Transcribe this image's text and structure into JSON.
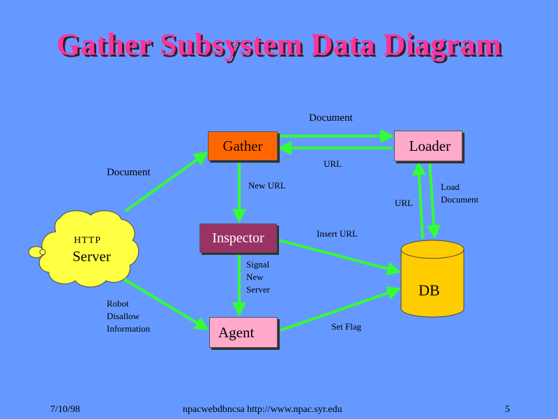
{
  "title": "Gather Subsystem Data Diagram",
  "nodes": {
    "gather": "Gather",
    "loader": "Loader",
    "inspector": "Inspector",
    "agent": "Agent",
    "server_protocol": "HTTP",
    "server": "Server",
    "db": "DB"
  },
  "edges": {
    "gather_to_loader": "Document",
    "loader_to_gather": "URL",
    "server_to_gather": "Document",
    "gather_to_inspector": "New URL",
    "db_to_loader": "URL",
    "loader_to_db": "Load\nDocument",
    "inspector_to_db": "Insert URL",
    "inspector_to_agent": "Signal\nNew\nServer",
    "server_to_agent": "Robot\nDisallow\nInformation",
    "agent_to_db": "Set Flag"
  },
  "colors": {
    "background": "#6699ff",
    "title": "#ff3399",
    "arrow": "#33ff33",
    "gather": "#ff6600",
    "loader_agent": "#ffaacc",
    "inspector": "#993366",
    "server_db": "#ffcc00"
  },
  "footer": {
    "date": "7/10/98",
    "source": "npacwebdbncsa  http://www.npac.syr.edu",
    "page": "5"
  }
}
